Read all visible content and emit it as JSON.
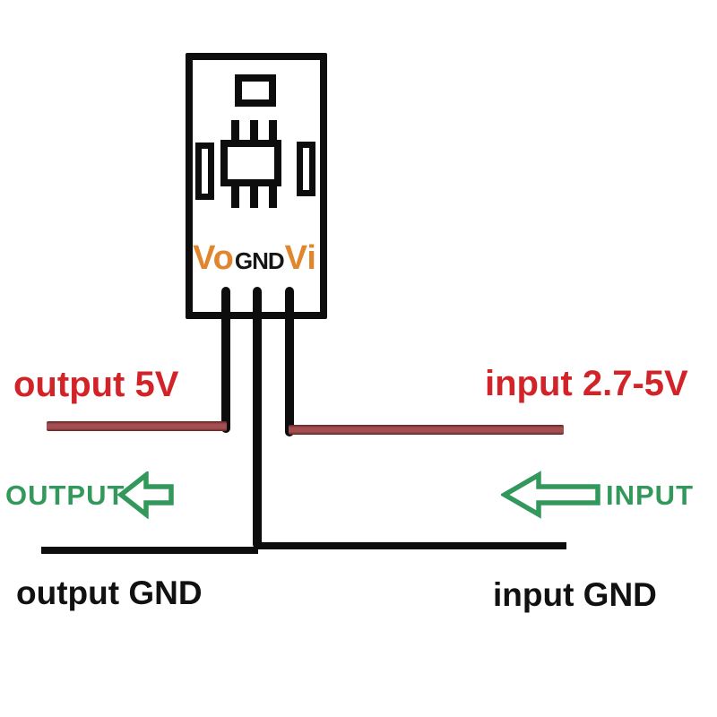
{
  "module": {
    "pins": [
      {
        "label": "Vo",
        "role": "output-voltage-pin"
      },
      {
        "label": "GND",
        "role": "ground-pin"
      },
      {
        "label": "Vi",
        "role": "input-voltage-pin"
      }
    ]
  },
  "labels": {
    "output_voltage": "output 5V",
    "input_voltage": "input 2.7-5V",
    "output_word": "OUTPUT",
    "input_word": "INPUT",
    "output_ground": "output GND",
    "input_ground": "input GND"
  },
  "icons": {
    "output_arrow": "arrow-left",
    "input_arrow": "arrow-left"
  },
  "colors": {
    "red_text": "#d22328",
    "wire_dark_red": "#a34e50",
    "wire_dark_red_edge": "#5f2426",
    "green": "#33985c",
    "orange": "#e0862e",
    "black": "#0d0d0d",
    "background": "#ffffff"
  }
}
